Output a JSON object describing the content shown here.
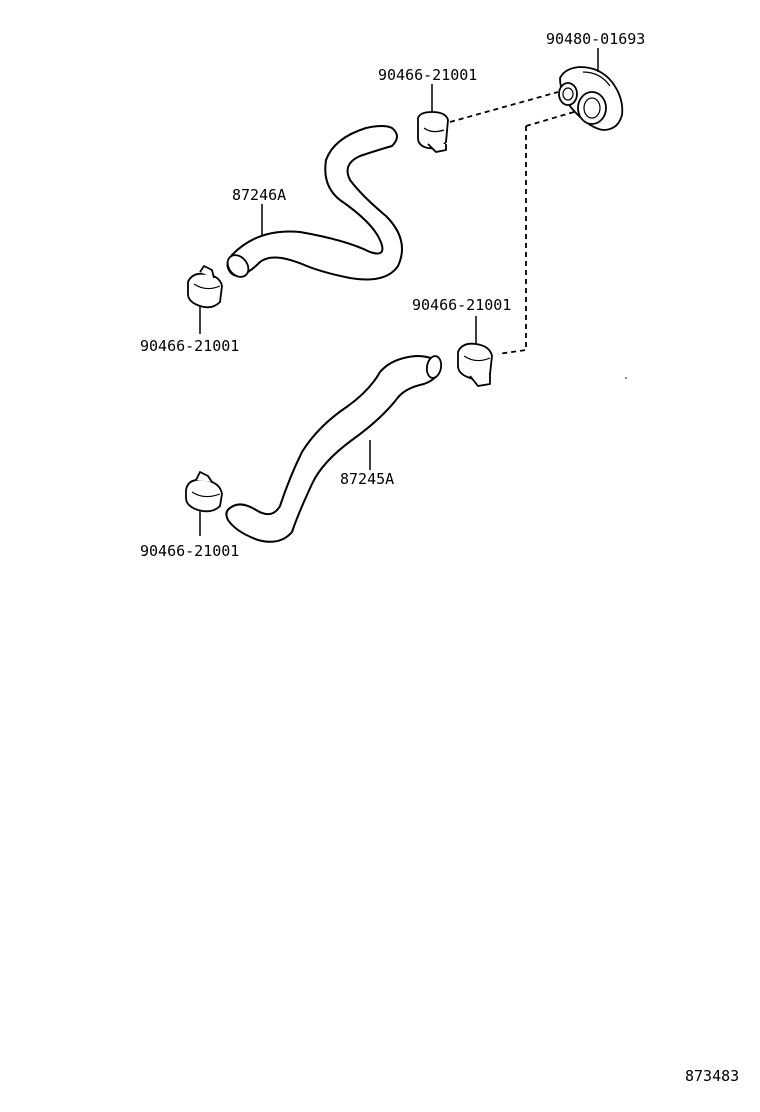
{
  "labels": {
    "grommet": "90480-01693",
    "clip_top": "90466-21001",
    "hose_upper": "87246A",
    "clip_left_upper": "90466-21001",
    "clip_mid": "90466-21001",
    "hose_lower": "87245A",
    "clip_left_lower": "90466-21001",
    "diagram_id": "873483"
  }
}
